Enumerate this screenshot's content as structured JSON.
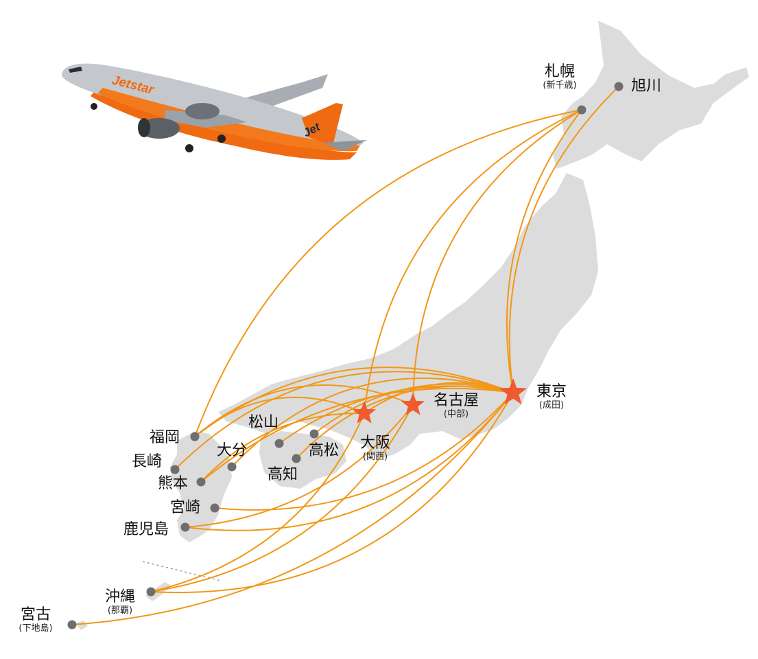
{
  "colors": {
    "land": "#dcdcdc",
    "route": "#f29716",
    "hub": "#ef5a2e",
    "dot": "#6e6e6e",
    "text": "#111111"
  },
  "airline": {
    "logo_text": "Jetstar",
    "tail_text": "Jet"
  },
  "hubs": [
    {
      "id": "tokyo",
      "name": "東京",
      "sub": "(成田)"
    },
    {
      "id": "nagoya",
      "name": "名古屋",
      "sub": "(中部)"
    },
    {
      "id": "osaka",
      "name": "大阪",
      "sub": "(関西)"
    }
  ],
  "cities": [
    {
      "id": "sapporo",
      "name": "札幌",
      "sub": "(新千歳)"
    },
    {
      "id": "asahikawa",
      "name": "旭川",
      "sub": ""
    },
    {
      "id": "fukuoka",
      "name": "福岡",
      "sub": ""
    },
    {
      "id": "nagasaki",
      "name": "長崎",
      "sub": ""
    },
    {
      "id": "kumamoto",
      "name": "熊本",
      "sub": ""
    },
    {
      "id": "miyazaki",
      "name": "宮崎",
      "sub": ""
    },
    {
      "id": "kagoshima",
      "name": "鹿児島",
      "sub": ""
    },
    {
      "id": "oita",
      "name": "大分",
      "sub": ""
    },
    {
      "id": "matsuyama",
      "name": "松山",
      "sub": ""
    },
    {
      "id": "takamatsu",
      "name": "高松",
      "sub": ""
    },
    {
      "id": "kochi",
      "name": "高知",
      "sub": ""
    },
    {
      "id": "okinawa",
      "name": "沖縄",
      "sub": "(那覇)"
    },
    {
      "id": "miyako",
      "name": "宮古",
      "sub": "(下地島)"
    }
  ],
  "routes": [
    [
      "tokyo",
      "sapporo"
    ],
    [
      "tokyo",
      "asahikawa"
    ],
    [
      "tokyo",
      "fukuoka"
    ],
    [
      "tokyo",
      "nagasaki"
    ],
    [
      "tokyo",
      "kumamoto"
    ],
    [
      "tokyo",
      "miyazaki"
    ],
    [
      "tokyo",
      "kagoshima"
    ],
    [
      "tokyo",
      "oita"
    ],
    [
      "tokyo",
      "matsuyama"
    ],
    [
      "tokyo",
      "takamatsu"
    ],
    [
      "tokyo",
      "kochi"
    ],
    [
      "tokyo",
      "okinawa"
    ],
    [
      "tokyo",
      "miyako"
    ],
    [
      "tokyo",
      "osaka"
    ],
    [
      "osaka",
      "sapporo"
    ],
    [
      "osaka",
      "fukuoka"
    ],
    [
      "osaka",
      "kumamoto"
    ],
    [
      "osaka",
      "okinawa"
    ],
    [
      "nagoya",
      "sapporo"
    ],
    [
      "nagoya",
      "fukuoka"
    ],
    [
      "nagoya",
      "kagoshima"
    ],
    [
      "nagoya",
      "okinawa"
    ],
    [
      "sapporo",
      "fukuoka"
    ]
  ]
}
